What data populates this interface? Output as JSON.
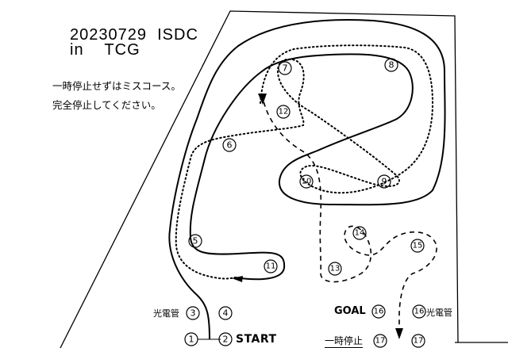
{
  "header": {
    "line1": "20230729  ISDC",
    "line2": "in    TCG"
  },
  "rules": {
    "line1": "一時停止せずはミスコース。",
    "line2": "完全停止してください。"
  },
  "labels": {
    "start": "START",
    "goal": "GOAL",
    "sensor_left": "光電管",
    "sensor_right": "光電管",
    "stop": "一時停止"
  },
  "checkpoints": [
    "1",
    "2",
    "3",
    "4",
    "5",
    "6",
    "7",
    "8",
    "9",
    "10",
    "11",
    "12",
    "13",
    "14",
    "15",
    "16",
    "16",
    "17",
    "17"
  ],
  "colors": {
    "ink": "#000000",
    "background": "#ffffff"
  }
}
